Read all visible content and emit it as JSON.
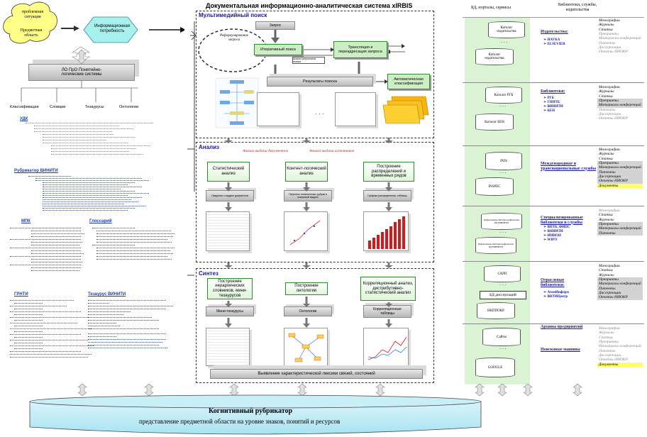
{
  "top_left": {
    "problem_situation": "проблемная ситуация",
    "subject_area": "Предметная область",
    "info_need": "Информационная потребность",
    "lpo_box": "ЛО ПрО Понятийно-логические системы",
    "categories": [
      "Классификации",
      "Словари",
      "Тезаурусы",
      "Онтологии"
    ]
  },
  "left_column": {
    "udc_title": "УДК",
    "rubricator_title": "Рубрикатор ВИНИТИ",
    "mpk_title": "МПК",
    "glossary_title": "Глоссарий",
    "grnti_title": "ГРНТИ",
    "thesaurus_title": "Тезаурус ВИНИТИ"
  },
  "center": {
    "main_title": "Документальная информационно-аналитическая система xIRBIS",
    "search": {
      "title": "Мультимедийный поиск",
      "query": "Запрос",
      "reformulation": "Реформулирование запроса",
      "iterative_search": "Итеративный поиск",
      "translation": "Трансляция и переадресация запроса",
      "relevance_analysis": "Анализ результатов поиска",
      "results": "Результаты поиска",
      "auto_classification": "Автоматическая классификация"
    },
    "analysis": {
      "title": "Анализ",
      "doc_analysis": "Анализ выдачи документов",
      "src_analysis": "Анализ выдачи источников",
      "boxes": [
        "Статистический анализ",
        "Контент-логический анализ",
        "Построение распределений и временных рядов"
      ],
      "grey_boxes": [
        "Сведения о выдаче документов",
        "Перечень тематических рубрик в поисковой выдаче",
        "Графики распределения, таблицы"
      ]
    },
    "synthesis": {
      "title": "Синтез",
      "boxes": [
        "Построение иерархических словников, мини-тезаурусов",
        "Построение онтологии",
        "Корреляционный анализ, дистрибутивно-статистический анализ"
      ],
      "grey_boxes": [
        "Мини-тезаурусы",
        "Онтологии",
        "Корреляционные таблицы"
      ],
      "result": "Выявление характеристической лексики связей, состояний"
    }
  },
  "right": {
    "header_left": "БД, порталы, сервисы",
    "header_right": "Библиотеки, службы, издательства",
    "groups": [
      {
        "heading": "Издательства:",
        "items": [
          "НАУКА",
          "ELSEVIER"
        ],
        "cyl_top": "Каталог издательства",
        "cyl_bottom": "Каталог издательства"
      },
      {
        "heading": "Библиотеки:",
        "items": [
          "РГБ",
          "ГПНТБ",
          "ВИНИТИ",
          "БЕН"
        ],
        "cyl_top": "Каталог РГБ",
        "cyl_bottom": "Каталог БЕН"
      },
      {
        "heading": "Международные и транснациональные службы",
        "items": [],
        "cyl_top": "INIS",
        "cyl_bottom": "INSPEC"
      },
      {
        "heading": "Специализированные библиотеки и службы",
        "items": [
          "ВПТБ, ФИПС",
          "ВНИИТИ",
          "ИНИОН",
          "WIPO"
        ],
        "cyl_top": "Реферативно-библиографическая БД ВИНИТИ",
        "cyl_bottom": "Реферативно-библиографическая БД ВИНИТИ"
      },
      {
        "heading": "Отраслевые библиотеки:",
        "items": [
          "АтомИнформ",
          "ВНТИЦентр"
        ],
        "cyl_top": "САРП",
        "cyl_mid": "БД диссертаций",
        "cyl_bottom": "НКППОКР"
      },
      {
        "heading": "Архивы предприятий",
        "items": [],
        "cyl_top": "Сайты",
        "cyl_bottom": "GOOGLE"
      },
      {
        "heading": "Поисковые машины",
        "items": []
      }
    ],
    "doc_lists": [
      [
        "Монографии",
        "Журналы",
        "Статьи",
        "Препринты",
        "Материалы конференций",
        "Патенты",
        "Диссертации",
        "Отчеты НИОКР"
      ],
      [
        "Монографии",
        "Журналы",
        "Статьи",
        "Препринты",
        "Материалы конференций",
        "Патенты",
        "Диссертации",
        "Отчеты НИОКР"
      ],
      [
        "Монографии",
        "Журналы",
        "Статьи",
        "Препринты",
        "Материалы конференций",
        "Патенты",
        "Диссертации",
        "Отчеты НИОКР",
        "Документы"
      ],
      [
        "Монографии",
        "Статьи",
        "Журналы",
        "Препринты",
        "Материалы конференций",
        "Патенты"
      ],
      [
        "Монографии",
        "Статьи",
        "Журналы",
        "Препринты",
        "Материалы конференций",
        "Патенты",
        "Диссертации",
        "Отчеты НИОКР"
      ],
      [
        "Монографии",
        "Журналы",
        "Статьи",
        "Препринты",
        "Материалы конференций",
        "Патенты",
        "Диссертации",
        "Отчеты НИОКР",
        "Документы"
      ]
    ]
  },
  "bottom": {
    "title": "Когнитивный рубрикатор",
    "subtitle": "представление предметной области на уровне знаков, понятий и ресурсов"
  }
}
